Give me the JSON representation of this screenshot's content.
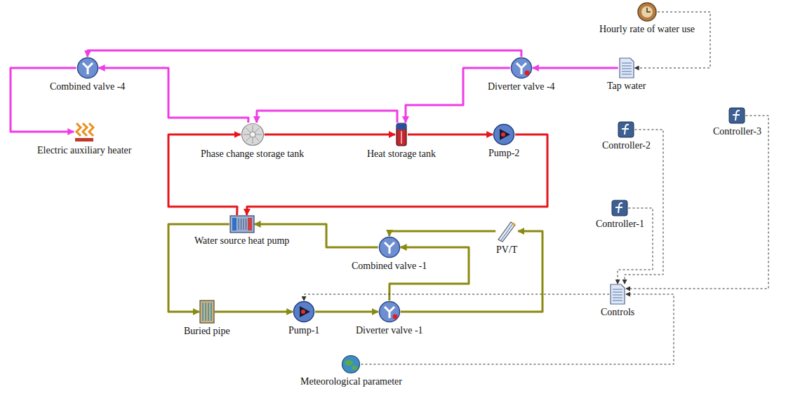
{
  "diagram": {
    "nodes": [
      {
        "text": [
          "Hourly rate of water use"
        ]
      },
      {
        "text": [
          "Combined valve -4"
        ]
      },
      {
        "text": [
          "Diverter valve -4"
        ]
      },
      {
        "text": [
          "Tap water"
        ]
      },
      {
        "text": [
          "Electric auxiliary heater"
        ]
      },
      {
        "text": [
          "Phase change storage tank"
        ]
      },
      {
        "text": [
          "Heat storage tank"
        ]
      },
      {
        "text": [
          "Pump-2"
        ]
      },
      {
        "text": [
          "Controller-2"
        ]
      },
      {
        "text": [
          "Controller-3"
        ]
      },
      {
        "text": [
          "Controller-1"
        ]
      },
      {
        "text": [
          "Water source heat pump"
        ]
      },
      {
        "text": [
          "Combined valve -1"
        ]
      },
      {
        "text": [
          "PV/T"
        ]
      },
      {
        "text": [
          "Controls"
        ]
      },
      {
        "text": [
          "Buried pipe"
        ]
      },
      {
        "text": [
          "Pump-1"
        ]
      },
      {
        "text": [
          "Diverter valve -1"
        ]
      },
      {
        "text": [
          "Meteorological parameter"
        ]
      }
    ],
    "edges": [
      {
        "from": 3,
        "to": 2,
        "arrow": "to"
      },
      {
        "from": 2,
        "to": 1,
        "arrow": "to"
      },
      {
        "from": 2,
        "to": 6,
        "arrow": "to"
      },
      {
        "from": 6,
        "to": 5,
        "arrow": "to"
      },
      {
        "from": 5,
        "to": 1,
        "arrow": "to"
      },
      {
        "from": 1,
        "to": 4,
        "arrow": "to"
      },
      {
        "from": 5,
        "to": 6,
        "arrow": "to"
      },
      {
        "from": 6,
        "to": 7,
        "arrow": "to"
      },
      {
        "from": 7,
        "to": 11,
        "arrow": "to"
      },
      {
        "from": 11,
        "to": 5,
        "arrow": "to"
      },
      {
        "from": 12,
        "to": 11,
        "arrow": "to"
      },
      {
        "from": 11,
        "to": 15,
        "arrow": "to"
      },
      {
        "from": 15,
        "to": 16,
        "arrow": "to"
      },
      {
        "from": 16,
        "to": 17,
        "arrow": "to"
      },
      {
        "from": 17,
        "to": 13,
        "arrow": "to"
      },
      {
        "from": 17,
        "to": 12,
        "arrow": "to"
      },
      {
        "from": 13,
        "to": 12,
        "arrow": "to"
      },
      {
        "from": 0,
        "to": 3,
        "arrow": "to"
      },
      {
        "from": 18,
        "to": 14,
        "arrow": "to"
      },
      {
        "from": 14,
        "to": 16,
        "arrow": "to"
      },
      {
        "from": 10,
        "to": 14,
        "arrow": "to"
      },
      {
        "from": 8,
        "to": 14,
        "arrow": "to"
      },
      {
        "from": 9,
        "to": 14,
        "arrow": "to"
      }
    ]
  }
}
